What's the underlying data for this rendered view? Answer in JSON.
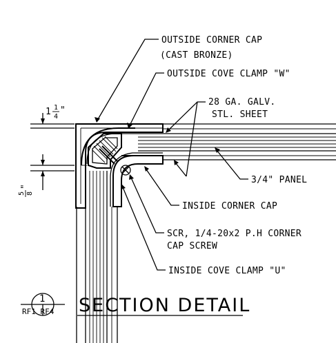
{
  "callouts": {
    "outside_corner_cap_line1": "OUTSIDE CORNER CAP",
    "outside_corner_cap_line2": "(CAST BRONZE)",
    "outside_cove_clamp": "OUTSIDE COVE CLAMP \"W\"",
    "galv_sheet_line1": "28 GA. GALV.",
    "galv_sheet_line2": "STL. SHEET",
    "panel": "3/4\" PANEL",
    "inside_corner_cap": "INSIDE CORNER CAP",
    "screw_line1": "SCR, 1/4-20x2 P.H CORNER",
    "screw_line2": "CAP SCREW",
    "inside_cove_clamp": "INSIDE COVE CLAMP \"U\""
  },
  "dimensions": {
    "top_dim_whole": "1",
    "top_dim_num": "1",
    "top_dim_den": "4",
    "top_dim_unit": "\"",
    "side_dim_num": "5",
    "side_dim_den": "8",
    "side_dim_unit": "\""
  },
  "title": {
    "text": "SECTION DETAIL",
    "detail_number": "1",
    "sheet_refs": "RF1 RF4"
  }
}
